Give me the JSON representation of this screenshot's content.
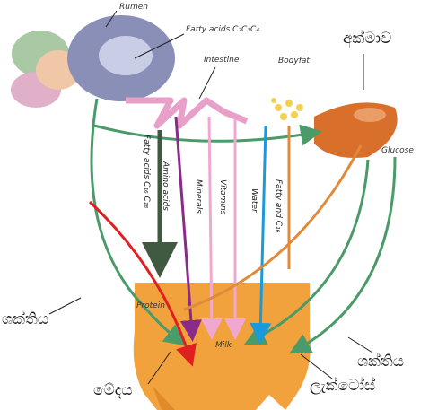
{
  "labels": {
    "rumen": "Rumen",
    "fatty_acids_top": "Fatty acids C₂C₃C₄",
    "intestine": "Intestine",
    "bodyfat": "Bodyfat",
    "liver": "අක්මාව",
    "glucose": "Glucose",
    "protein": "Protein",
    "milk": "Milk",
    "energy_left": "ශක්තිය",
    "energy_right": "ශක්තිය",
    "fat": "මේදය",
    "lactose": "ලැක්ටෝස්"
  },
  "flows": {
    "fatty_acids_c16": "Fatty acids C₁₆ C₁₈",
    "amino_acids": "Amino acids",
    "minerals": "Minerals",
    "vitamins": "Vitamins",
    "water": "Water",
    "fatty_and_c16": "Fatty and C₁₆"
  },
  "colors": {
    "rumen": "#8a8fb8",
    "udder": "#f2a23c",
    "liver": "#d8702c",
    "intestine": "#e8a0c8",
    "green_arrow": "#4a9a6a",
    "dark_green_arrow": "#3f5a40",
    "purple_arrow": "#8a2a8a",
    "pink_arrow": "#f0a8d0",
    "blue_arrow": "#1a9ad8",
    "orange_arrow": "#e08a3a",
    "red_arrow": "#e02020"
  }
}
